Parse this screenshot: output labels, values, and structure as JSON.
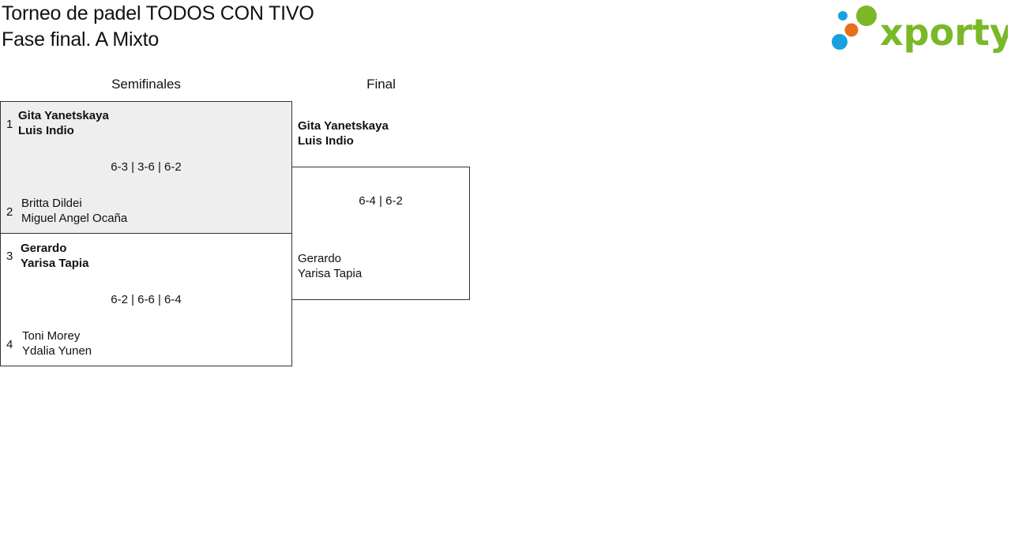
{
  "header": {
    "title_line1": "Torneo de padel TODOS CON TIVO",
    "title_line2": "Fase final. A Mixto",
    "logo_text": "xporty",
    "logo_colors": {
      "green": "#7ab828",
      "orange": "#e8701a",
      "blue": "#1aa0e0"
    }
  },
  "rounds": {
    "semifinals": "Semifinales",
    "final": "Final"
  },
  "semifinal1": {
    "team1": {
      "seed": "1",
      "player1": "Gita Yanetskaya",
      "player2": "Luis Indio"
    },
    "score": "6-3 | 3-6 | 6-2",
    "team2": {
      "seed": "2",
      "player1": "Britta Dildei",
      "player2": "Miguel Angel Ocaña"
    }
  },
  "semifinal2": {
    "team1": {
      "seed": "3",
      "player1": "Gerardo",
      "player2": "Yarisa Tapia"
    },
    "score": "6-2 | 6-6 | 6-4",
    "team2": {
      "seed": "4",
      "player1": "Toni Morey",
      "player2": "Ydalia Yunen"
    }
  },
  "final": {
    "team1": {
      "player1": "Gita Yanetskaya",
      "player2": "Luis Indio"
    },
    "score": "6-4 | 6-2",
    "team2": {
      "player1": "Gerardo",
      "player2": "Yarisa Tapia"
    }
  }
}
